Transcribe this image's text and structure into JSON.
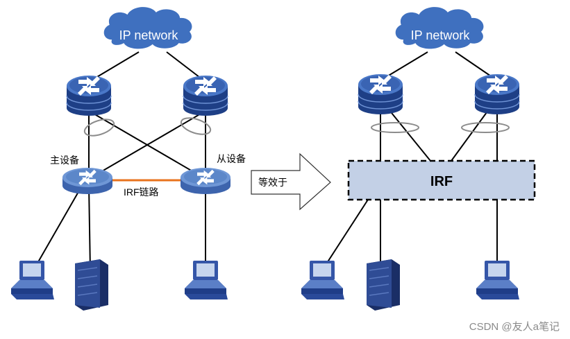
{
  "left_diagram": {
    "cloud_label": "IP network",
    "master_label": "主设备",
    "slave_label": "从设备",
    "link_label": "IRF链路"
  },
  "arrow_label": "等效于",
  "right_diagram": {
    "cloud_label": "IP network",
    "irf_label": "IRF"
  },
  "watermark": "CSDN @友人a笔记",
  "colors": {
    "cloud": "#3f70bf",
    "core_router_top": "#4a78c8",
    "core_router_body": "#1e3f86",
    "access_switch": "#5c87c9",
    "irf_link": "#e8731e",
    "irf_box_fill": "#c3d0e6",
    "server": "#263a7a",
    "pc": "#3556a8"
  },
  "icons": {
    "cloud": "cloud-icon",
    "core_router": "router-icon",
    "access_switch": "switch-icon",
    "pc": "pc-icon",
    "server": "server-icon",
    "arrow": "arrow-right-icon"
  }
}
